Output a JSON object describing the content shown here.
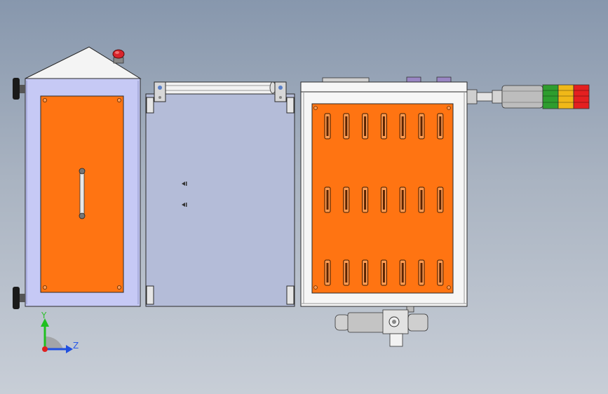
{
  "view": {
    "background_top": "#8797ad",
    "background_bottom": "#c8ced7"
  },
  "colors": {
    "panel_orange": "#ff7412",
    "enclosure_lavender": "#c6c9f5",
    "sheet_blue": "#b4bcd8",
    "steel_gray": "#b8b8b8",
    "edge_dark": "#2a2a2a",
    "handle_purple": "#9a86c4",
    "estop_red": "#d8242c",
    "signal_green": "#2e9d2e",
    "signal_yellow": "#f0b818",
    "signal_red": "#e42020",
    "axis_y": "#20c020",
    "axis_z": "#2050e0",
    "axis_origin": "#e02020"
  },
  "icons": {
    "emergency_stop": "red-mushroom-button",
    "signal_tower": "three-color-stack-light",
    "handle": "vertical-bar-handle",
    "leveling_foot": "black-rubber-foot",
    "hinge": "door-hinge",
    "axis_triad": "coordinate-triad"
  },
  "signal_tower_levels": [
    "green",
    "yellow",
    "red"
  ],
  "vent_grid": {
    "rows": 3,
    "columns": 7
  },
  "axes": {
    "y_label": "Y",
    "z_label": "Z"
  }
}
